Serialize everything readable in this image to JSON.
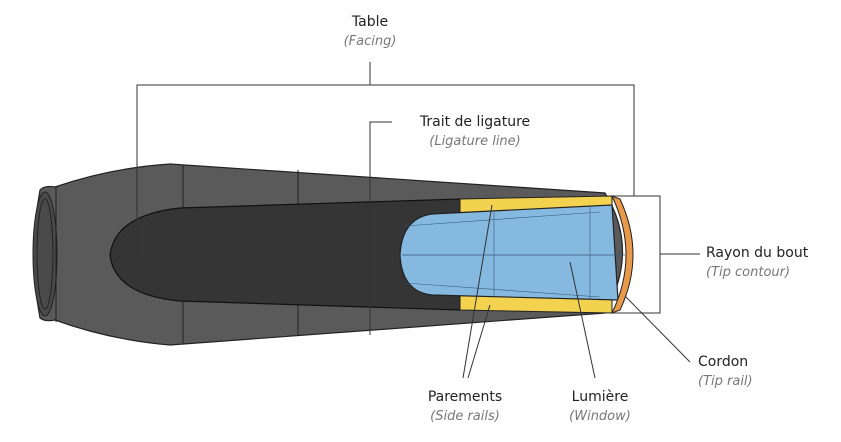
{
  "labels": {
    "table": {
      "fr": "Table",
      "en": "(Facing)"
    },
    "ligature": {
      "fr": "Trait de ligature",
      "en": "(Ligature line)"
    },
    "tip_contour": {
      "fr": "Rayon du bout",
      "en": "(Tip contour)"
    },
    "tip_rail": {
      "fr": "Cordon",
      "en": "(Tip rail)"
    },
    "side_rails": {
      "fr": "Parements",
      "en": "(Side rails)"
    },
    "window": {
      "fr": "Lumière",
      "en": "(Window)"
    }
  },
  "colors": {
    "body": "#5a5a5a",
    "table": "#353535",
    "rails": "#f2d24e",
    "window": "#86b9e0",
    "tip_rail": "#e89a4a"
  }
}
